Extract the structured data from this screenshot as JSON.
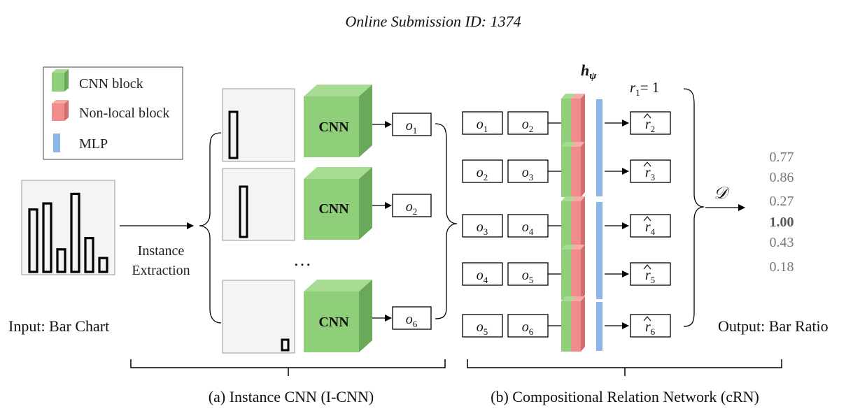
{
  "header": {
    "text": "Online Submission ID: 1374"
  },
  "legend": {
    "items": [
      {
        "label": "CNN block",
        "color": "#8fcf7a"
      },
      {
        "label": "Non-local block",
        "color": "#f08c8c"
      },
      {
        "label": "MLP",
        "color": "#8db6e8"
      }
    ]
  },
  "input": {
    "label": "Input: Bar Chart",
    "bars": [
      0.72,
      0.79,
      0.26,
      0.9,
      0.39,
      0.16
    ]
  },
  "extraction": {
    "line1": "Instance",
    "line2": "Extraction"
  },
  "icnn": {
    "cnn_label": "CNN",
    "ellipsis": "…",
    "outputs": [
      {
        "base": "o",
        "sub": "1"
      },
      {
        "base": "o",
        "sub": "2"
      },
      {
        "base": "o",
        "sub": "6"
      }
    ],
    "caption": "(a) Instance CNN (I-CNN)"
  },
  "crn": {
    "title_base": "h",
    "title_sub": "ψ",
    "r1": {
      "base": "r",
      "sub": "1",
      "rest": "= 1"
    },
    "rows": [
      {
        "a": "1",
        "b": "2",
        "r": "2"
      },
      {
        "a": "2",
        "b": "3",
        "r": "3"
      },
      {
        "a": "3",
        "b": "4",
        "r": "4"
      },
      {
        "a": "4",
        "b": "5",
        "r": "5"
      },
      {
        "a": "5",
        "b": "6",
        "r": "6"
      }
    ],
    "caption": "(b) Compositional Relation Network (cRN)"
  },
  "output": {
    "d_symbol": "𝒟",
    "values": [
      "0.77",
      "0.86",
      "0.27",
      "1.00",
      "0.43",
      "0.18"
    ],
    "label": "Output: Bar Ratio"
  },
  "colors": {
    "cnn_front": "#8fcf7a",
    "cnn_top": "#a6dc91",
    "cnn_side": "#6aa85a",
    "nonlocal": "#f08c8c",
    "mlp": "#8db6e8",
    "panel": "#f4f4f4"
  }
}
